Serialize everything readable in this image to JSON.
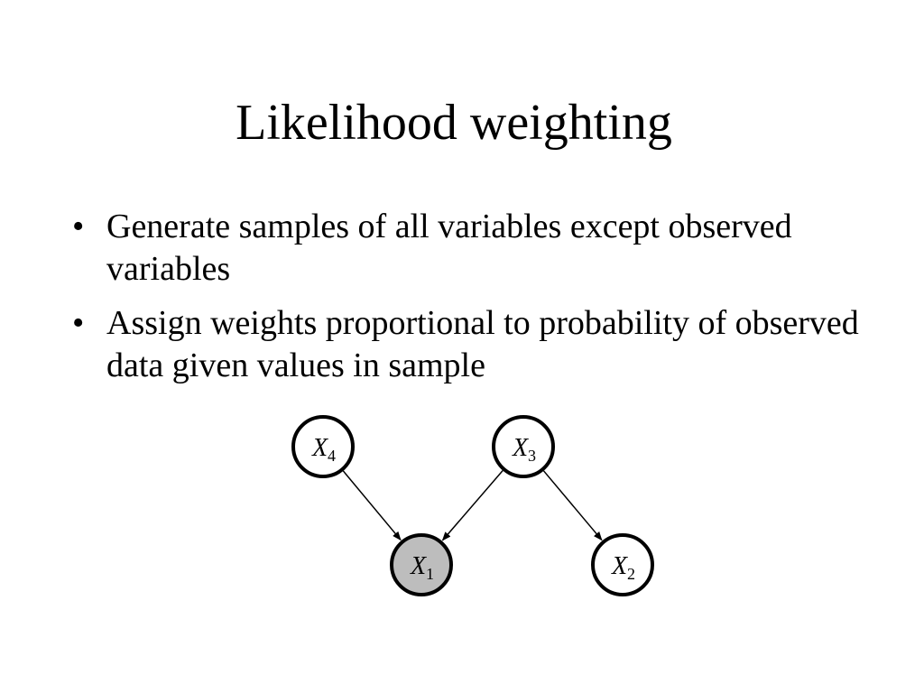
{
  "slide": {
    "title": "Likelihood weighting",
    "bullet_symbol": "•",
    "bullets": [
      "Generate samples of all variables except observed variables",
      "Assign weights proportional to probability of observed data given values in sample"
    ]
  },
  "network": {
    "nodes": [
      {
        "id": "x4",
        "letter": "X",
        "sub": "4",
        "observed": false
      },
      {
        "id": "x3",
        "letter": "X",
        "sub": "3",
        "observed": false
      },
      {
        "id": "x1",
        "letter": "X",
        "sub": "1",
        "observed": true
      },
      {
        "id": "x2",
        "letter": "X",
        "sub": "2",
        "observed": false
      }
    ],
    "edges": [
      {
        "from": "x4",
        "to": "x1"
      },
      {
        "from": "x3",
        "to": "x1"
      },
      {
        "from": "x3",
        "to": "x2"
      }
    ],
    "colors": {
      "observed_fill": "#bdbdbd",
      "unobserved_fill": "#ffffff"
    }
  }
}
